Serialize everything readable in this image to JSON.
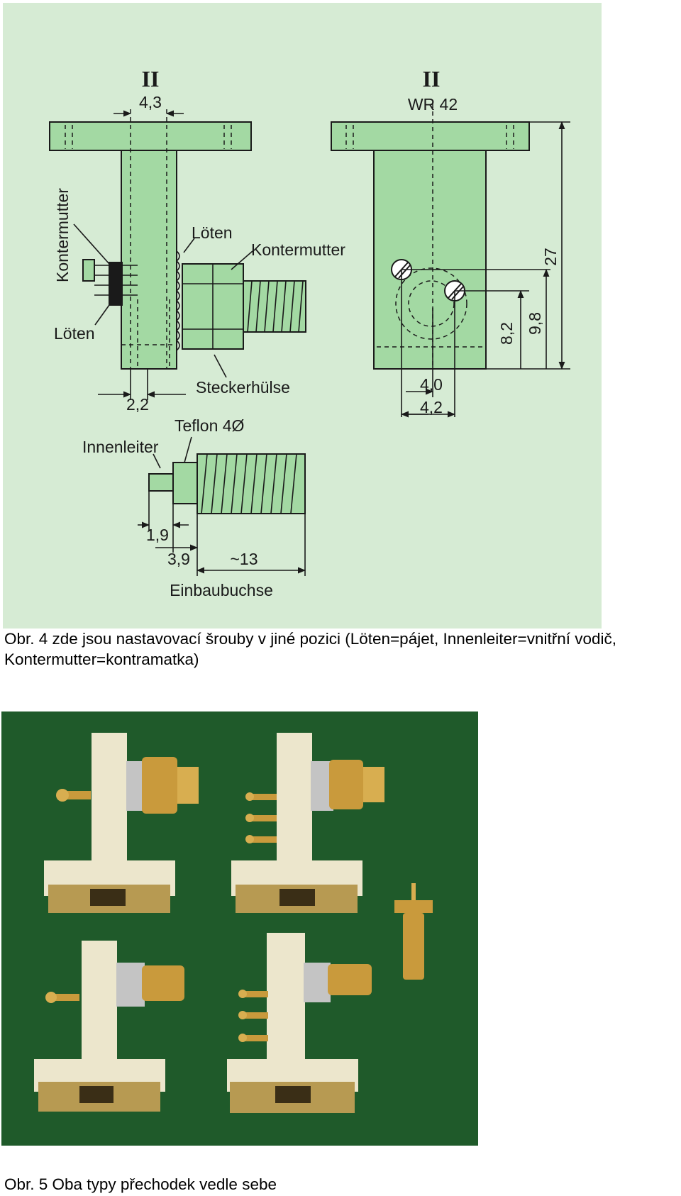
{
  "figure4": {
    "labels": {
      "section_mark_left": "II",
      "section_mark_right": "II",
      "waveguide": "WR 42",
      "dim_4_3": "4,3",
      "dim_2_2": "2,2",
      "dim_4_0": "4,0",
      "dim_4_2": "4,2",
      "dim_8_2": "8,2",
      "dim_9_8": "9,8",
      "dim_27": "27",
      "dim_1_9": "1,9",
      "dim_3_9": "3,9",
      "dim_13": "~13",
      "kontermutter_left": "Kontermutter",
      "kontermutter_right": "Kontermutter",
      "loeten_top": "Löten",
      "loeten_bottom": "Löten",
      "steckerhuelse": "Steckerhülse",
      "teflon": "Teflon 4Ø",
      "innenleiter": "Innenleiter",
      "einbaubuchse": "Einbaubuchse"
    },
    "colors": {
      "background": "#d6ebd4",
      "part_fill": "#a3d9a3",
      "line": "#1a1a1a"
    }
  },
  "captions": {
    "fig4": "Obr. 4 zde jsou nastavovací šrouby v jiné pozici (Löten=pájet, Innenleiter=vnitřní vodič, Kontermutter=kontramatka)",
    "fig5": "Obr. 5 Oba typy přechodek vedle sebe"
  },
  "figure5": {
    "colors": {
      "background": "#1f5a2a",
      "body": "#ece6cc",
      "brass": "#c99a3c"
    }
  }
}
